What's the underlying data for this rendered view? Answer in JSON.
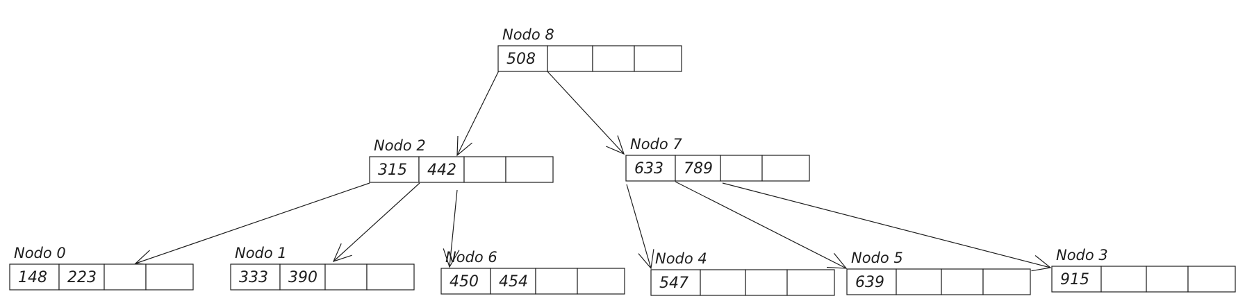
{
  "nodes": [
    {
      "id": "nodo-8",
      "label": "Nodo 8",
      "keys": [
        "508",
        "",
        "",
        ""
      ]
    },
    {
      "id": "nodo-2",
      "label": "Nodo 2",
      "keys": [
        "315",
        "442",
        "",
        ""
      ]
    },
    {
      "id": "nodo-7",
      "label": "Nodo 7",
      "keys": [
        "633",
        "789",
        "",
        ""
      ]
    },
    {
      "id": "nodo-0",
      "label": "Nodo 0",
      "keys": [
        "148",
        "223",
        "",
        ""
      ]
    },
    {
      "id": "nodo-1",
      "label": "Nodo 1",
      "keys": [
        "333",
        "390",
        "",
        ""
      ]
    },
    {
      "id": "nodo-6",
      "label": "Nodo 6",
      "keys": [
        "450",
        "454",
        "",
        ""
      ]
    },
    {
      "id": "nodo-4",
      "label": "Nodo 4",
      "keys": [
        "547",
        "",
        "",
        ""
      ]
    },
    {
      "id": "nodo-5",
      "label": "Nodo 5",
      "keys": [
        "639",
        "",
        "",
        ""
      ]
    },
    {
      "id": "nodo-3",
      "label": "Nodo 3",
      "keys": [
        "915",
        "",
        "",
        ""
      ]
    }
  ],
  "edges": [
    {
      "from": "nodo-8",
      "to": "nodo-2"
    },
    {
      "from": "nodo-8",
      "to": "nodo-7"
    },
    {
      "from": "nodo-2",
      "to": "nodo-0"
    },
    {
      "from": "nodo-2",
      "to": "nodo-1"
    },
    {
      "from": "nodo-2",
      "to": "nodo-6"
    },
    {
      "from": "nodo-7",
      "to": "nodo-4"
    },
    {
      "from": "nodo-7",
      "to": "nodo-5"
    },
    {
      "from": "nodo-7",
      "to": "nodo-3"
    }
  ]
}
